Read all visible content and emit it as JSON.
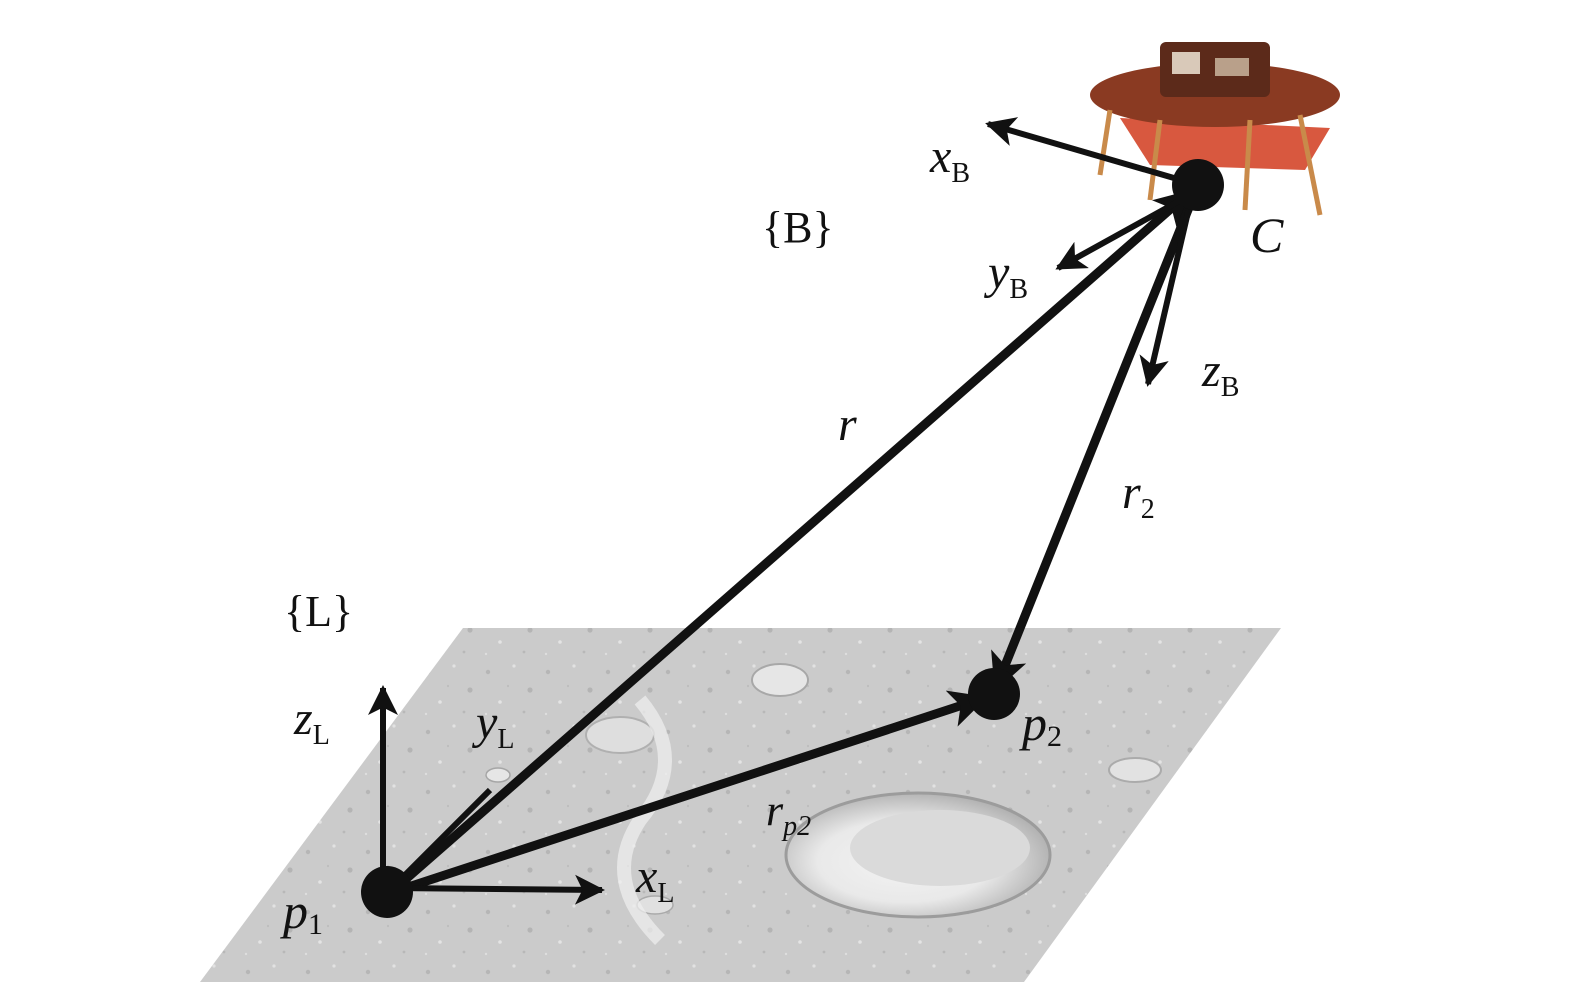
{
  "frames": {
    "body": "{B}",
    "landing": "{L}"
  },
  "points": {
    "camera": "C",
    "p1": {
      "main": "p",
      "sub": "1"
    },
    "p2": {
      "main": "p",
      "sub": "2"
    }
  },
  "axes": {
    "xB": {
      "main": "x",
      "sub": "B"
    },
    "yB": {
      "main": "y",
      "sub": "B"
    },
    "zB": {
      "main": "z",
      "sub": "B"
    },
    "xL": {
      "main": "x",
      "sub": "L"
    },
    "yL": {
      "main": "y",
      "sub": "L"
    },
    "zL": {
      "main": "z",
      "sub": "L"
    }
  },
  "vectors": {
    "r": "r",
    "r2": {
      "main": "r",
      "sub": "2"
    },
    "rp2": {
      "main": "r",
      "sub": "p2"
    }
  },
  "colors": {
    "ink": "#111111",
    "terrain": "#c9c9c9",
    "lander_body": "#8a3a22",
    "lander_flame": "#d4462a"
  }
}
